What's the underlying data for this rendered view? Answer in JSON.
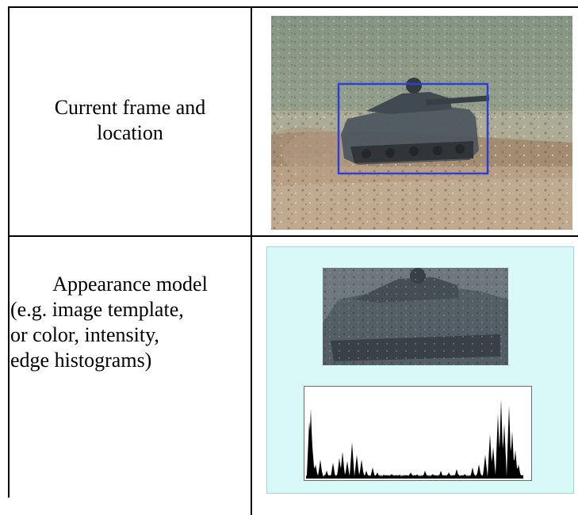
{
  "rows": [
    {
      "label": "Current frame and location",
      "label_lines": [
        "Current frame and",
        "location"
      ],
      "image": {
        "icon": "tank-frame-image",
        "box_color": "#2f3fd6"
      }
    },
    {
      "label": "Appearance model (e.g. image template, or color, intensity, edge histograms)",
      "label_lines": [
        "Appearance model",
        "(e.g. image template,",
        "or color, intensity,",
        "edge histograms)"
      ],
      "panel_color": "#d9f8f8",
      "template_image": {
        "icon": "tank-template-image"
      },
      "histogram": {
        "icon": "histogram-chart",
        "bar_color": "#000000"
      }
    }
  ]
}
